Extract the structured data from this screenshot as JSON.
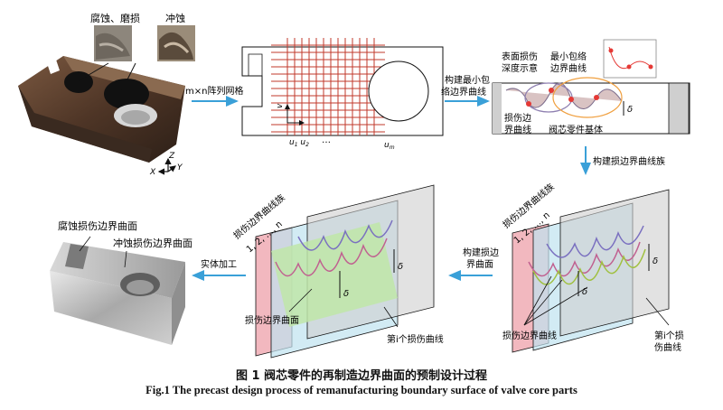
{
  "figure": {
    "caption_cn": "图 1    阀芯零件的再制造边界曲面的预制设计过程",
    "caption_en": "Fig.1    The precast design process of remanufacturing boundary surface of valve core parts"
  },
  "panel1": {
    "label_corrosion_wear": "腐蚀、磨损",
    "label_erosion": "冲蚀",
    "axis_z": "Z",
    "axis_x": "X",
    "axis_y": "Y"
  },
  "arrows": {
    "grid": "m×n阵列网格",
    "build_line1": "构建最小包",
    "build_line2": "络边界曲线",
    "build_family": "构建损边界曲线族",
    "build_surface1": "构建损边",
    "build_surface2": "界曲面",
    "machining": "实体加工"
  },
  "panel2": {
    "u1": "u",
    "u1_sub": "1",
    "u2_sub": "2",
    "um": "u",
    "um_sub": "m",
    "dots": "…",
    "vdots": "…",
    "v_left": "v"
  },
  "panel3": {
    "surface_damage1": "表面损伤",
    "surface_damage2": "深度示意",
    "min_env1": "最小包络",
    "min_env2": "边界曲线",
    "damage_edge1": "损伤边",
    "damage_edge2": "界曲线",
    "base": "阀芯零件基体",
    "delta": "δ"
  },
  "panel4": {
    "family1": "损伤边界曲线族",
    "family2": "1, 2, …, n",
    "damage_curves": "损伤边界曲线",
    "ith_curve1": "第i个损",
    "ith_curve2": "伤曲线",
    "delta": "δ"
  },
  "panel5": {
    "family1": "损伤边界曲线族",
    "family2": "1, 2, …, n",
    "surface": "损伤边界曲面",
    "ith_curve": "第i个损伤曲线",
    "delta": "δ"
  },
  "panel6": {
    "corrosion_surface": "腐蚀损伤边界曲面",
    "erosion_surface": "冲蚀损伤边界曲面"
  },
  "colors": {
    "arrow_blue": "#3aa0d8",
    "grid_red": "#c0392b",
    "pink_plane": "#f2b8bf",
    "blue_plane": "#bfe3ef",
    "grey_plane": "#cfcfcf",
    "green_surface": "#bfe6a8",
    "rust": "#6b4a35"
  }
}
